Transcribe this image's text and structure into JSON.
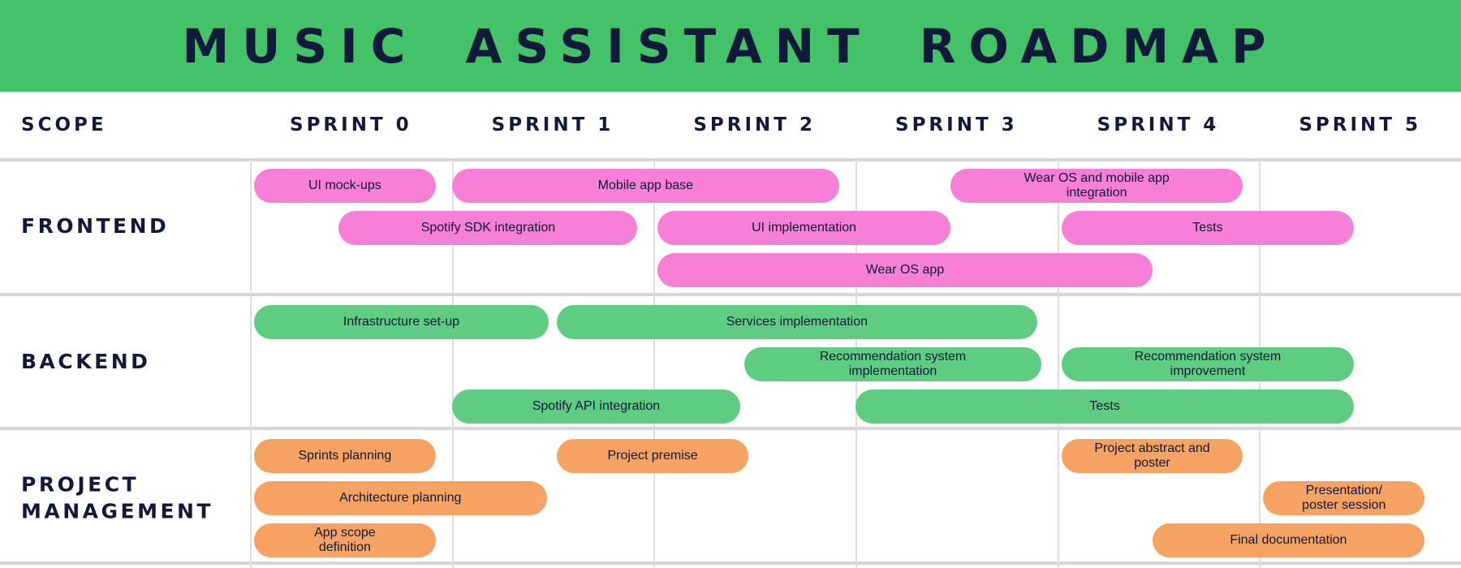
{
  "header": {
    "title": "MUSIC ASSISTANT ROADMAP"
  },
  "palette": {
    "banner_green": "#44c268",
    "frontend_pink": "#f87fd7",
    "backend_green": "#5ecd82",
    "pm_orange": "#f5a263",
    "navy": "#111a3b",
    "grid_line": "#d6d6d6",
    "grid_line_light": "#dedede"
  },
  "columns": [
    "SCOPE",
    "SPRINT 0",
    "SPRINT 1",
    "SPRINT 2",
    "SPRINT 3",
    "SPRINT 4",
    "SPRINT 5"
  ],
  "chart_data": {
    "type": "bar",
    "subtype": "gantt-roadmap",
    "title": "MUSIC ASSISTANT ROADMAP",
    "x_axis": {
      "label": "Sprints",
      "categories": [
        "SPRINT 0",
        "SPRINT 1",
        "SPRINT 2",
        "SPRINT 3",
        "SPRINT 4",
        "SPRINT 5"
      ],
      "range": [
        0,
        6
      ],
      "unit": "sprint"
    },
    "grid": true,
    "groups": [
      {
        "name": "FRONTEND",
        "color": "#f87fd7",
        "tasks": [
          {
            "label": "UI mock-ups",
            "start": 0.02,
            "end": 0.92,
            "lane": 0
          },
          {
            "label": "Mobile app base",
            "start": 1.0,
            "end": 2.92,
            "lane": 0
          },
          {
            "label": "Wear OS and mobile app\nintegration",
            "start": 3.47,
            "end": 4.92,
            "lane": 0
          },
          {
            "label": "Spotify SDK integration",
            "start": 0.44,
            "end": 1.92,
            "lane": 1
          },
          {
            "label": "UI implementation",
            "start": 2.02,
            "end": 3.47,
            "lane": 1
          },
          {
            "label": "Tests",
            "start": 4.02,
            "end": 5.47,
            "lane": 1
          },
          {
            "label": "Wear OS app",
            "start": 2.02,
            "end": 4.47,
            "lane": 2
          }
        ]
      },
      {
        "name": "BACKEND",
        "color": "#5ecd82",
        "tasks": [
          {
            "label": "Infrastructure set-up",
            "start": 0.02,
            "end": 1.48,
            "lane": 0
          },
          {
            "label": "Services implementation",
            "start": 1.52,
            "end": 3.9,
            "lane": 0
          },
          {
            "label": "Recommendation system\nimplementation",
            "start": 2.45,
            "end": 3.92,
            "lane": 1
          },
          {
            "label": "Recommendation system\nimprovement",
            "start": 4.02,
            "end": 5.47,
            "lane": 1
          },
          {
            "label": "Spotify API integration",
            "start": 1.0,
            "end": 2.43,
            "lane": 2
          },
          {
            "label": "Tests",
            "start": 3.0,
            "end": 5.47,
            "lane": 2
          }
        ]
      },
      {
        "name": "PROJECT MANAGEMENT",
        "color": "#f5a263",
        "tasks": [
          {
            "label": "Sprints planning",
            "start": 0.02,
            "end": 0.92,
            "lane": 0
          },
          {
            "label": "Project premise",
            "start": 1.52,
            "end": 2.47,
            "lane": 0
          },
          {
            "label": "Project abstract and\nposter",
            "start": 4.02,
            "end": 4.92,
            "lane": 0
          },
          {
            "label": "Architecture planning",
            "start": 0.02,
            "end": 1.47,
            "lane": 1
          },
          {
            "label": "Presentation/\nposter session",
            "start": 5.02,
            "end": 5.82,
            "lane": 1
          },
          {
            "label": "App scope\ndefinition",
            "start": 0.02,
            "end": 0.92,
            "lane": 2
          },
          {
            "label": "Final documentation",
            "start": 4.47,
            "end": 5.82,
            "lane": 2
          }
        ]
      }
    ]
  }
}
